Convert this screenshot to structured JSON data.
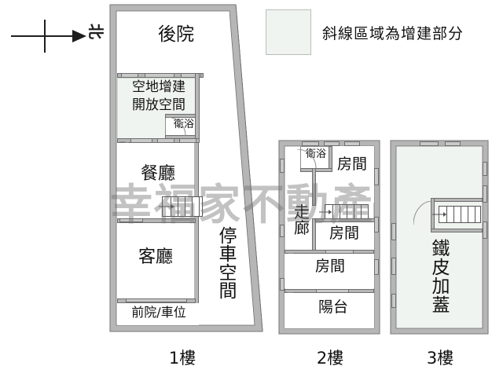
{
  "compass": {
    "north_label": "北",
    "icon": "north-arrow-icon"
  },
  "legend": {
    "swatch_color": "#f0f4f0",
    "text": "斜線區域為增建部分"
  },
  "watermark": {
    "text": "幸福家不動產"
  },
  "floors": [
    {
      "id": "floor-1",
      "label": "1樓",
      "rooms": [
        {
          "name": "backyard",
          "label": "後院"
        },
        {
          "name": "open-extension",
          "label": "空地增建\n開放空間",
          "line1": "空地增建",
          "line2": "開放空間"
        },
        {
          "name": "bathroom",
          "label": "衛浴"
        },
        {
          "name": "dining-room",
          "label": "餐廳"
        },
        {
          "name": "living-room",
          "label": "客廳"
        },
        {
          "name": "front-yard-parking",
          "label": "前院/車位"
        },
        {
          "name": "parking-space",
          "label": "停車空間"
        }
      ]
    },
    {
      "id": "floor-2",
      "label": "2樓",
      "rooms": [
        {
          "name": "bathroom",
          "label": "衛浴"
        },
        {
          "name": "bedroom-1",
          "label": "房間"
        },
        {
          "name": "corridor",
          "label": "走廊"
        },
        {
          "name": "bedroom-2",
          "label": "房間"
        },
        {
          "name": "bedroom-3",
          "label": "房間"
        },
        {
          "name": "balcony",
          "label": "陽台"
        }
      ]
    },
    {
      "id": "floor-3",
      "label": "3樓",
      "rooms": [
        {
          "name": "metal-roof-addition",
          "label": "鐵皮加蓋"
        }
      ]
    }
  ],
  "colors": {
    "wall": "#b6b6b6",
    "wall_stroke": "#6e6e6e",
    "hatch_fill": "#f0f4f0",
    "text": "#111111",
    "watermark": "#6e6e6e"
  }
}
